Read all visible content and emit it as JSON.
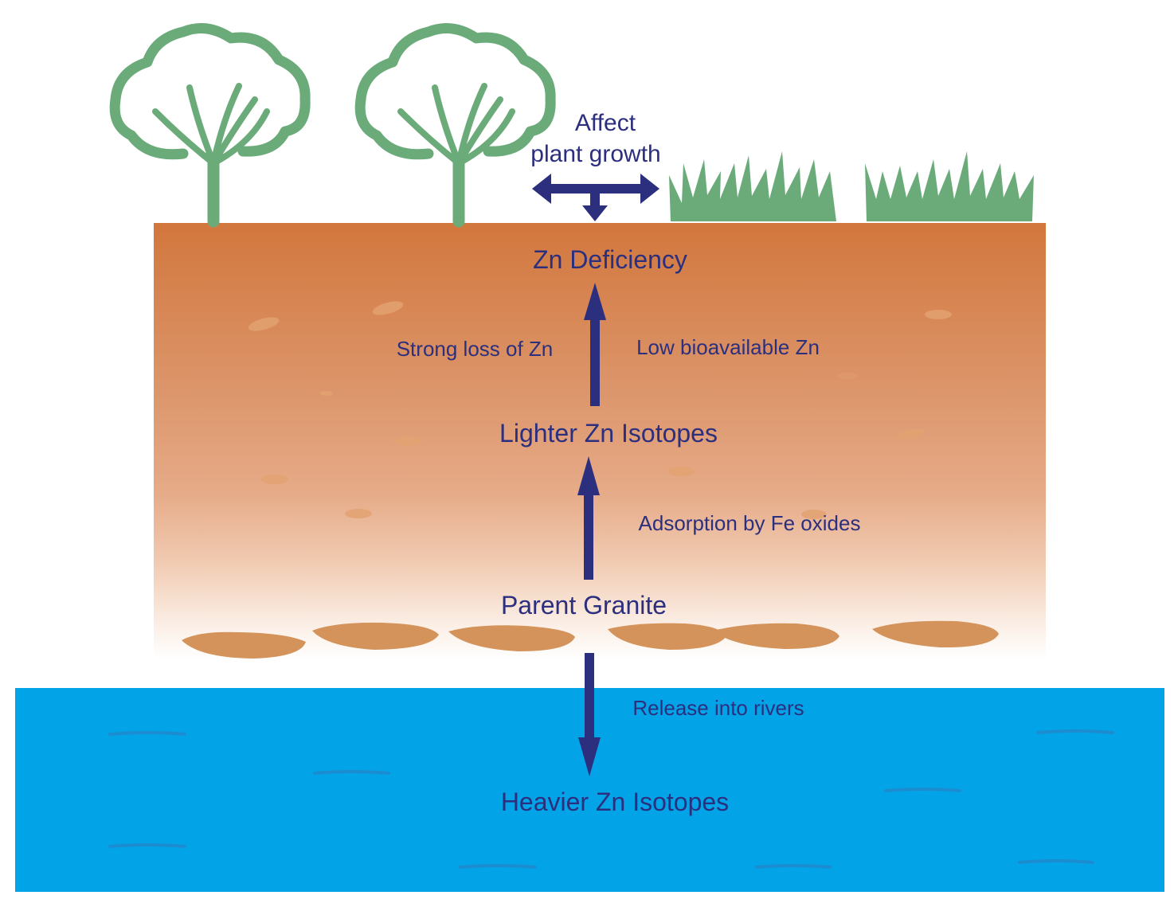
{
  "labels": {
    "affect_line1": "Affect",
    "affect_line2": "plant growth",
    "zn_deficiency": "Zn Deficiency",
    "strong_loss": "Strong loss of Zn",
    "low_bioavailable": "Low bioavailable Zn",
    "lighter_isotopes": "Lighter Zn Isotopes",
    "adsorption": "Adsorption by Fe oxides",
    "parent_granite": "Parent Granite",
    "release_rivers": "Release into rivers",
    "heavier_isotopes": "Heavier Zn Isotopes"
  },
  "colors": {
    "tree": "#6aab79",
    "grass": "#6aab79",
    "soil_top": "#d2773d",
    "soil_mid": "#e6ab88",
    "pebble": "#d4935a",
    "water": "#03a3e8",
    "wave": "#1c8cd0",
    "arrow": "#2b2f7e",
    "text": "#2b2f7e"
  },
  "icons": {
    "tree": "tree-icon",
    "grass": "grass-icon"
  }
}
